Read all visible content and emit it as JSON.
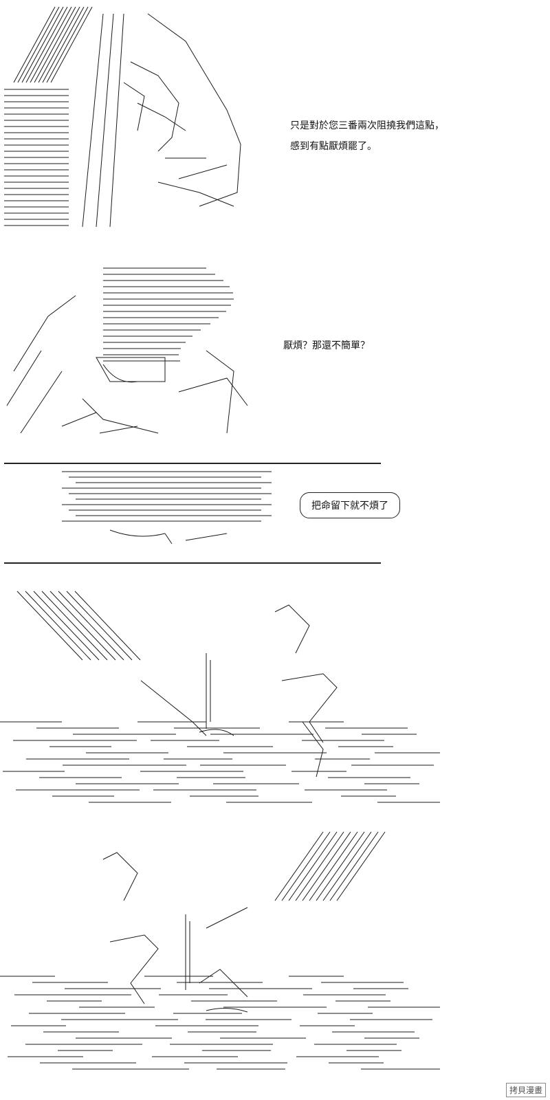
{
  "panel1": {
    "line1": "只是對於您三番兩次阻撓我們這點，",
    "line2": "感到有點厭煩罷了。"
  },
  "panel2": {
    "line1": "厭煩？那還不簡單？"
  },
  "panel3": {
    "bubble": "把命留下就不煩了"
  },
  "watermark": "拷貝漫畫"
}
